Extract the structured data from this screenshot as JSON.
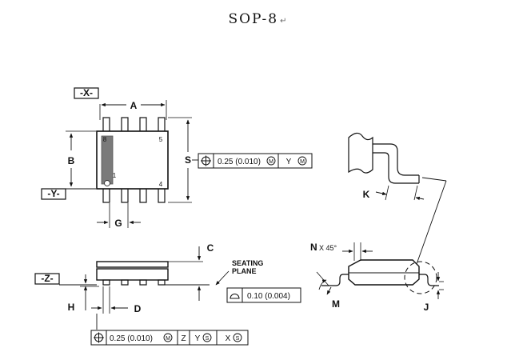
{
  "title": "SOP-8",
  "return_mark": "↵",
  "datums": {
    "x": "-X-",
    "y": "-Y-",
    "z": "-Z-"
  },
  "dims": {
    "a": "A",
    "b": "B",
    "s": "S",
    "g": "G",
    "k": "K",
    "c": "C",
    "h": "H",
    "d": "D",
    "m": "M",
    "j": "J"
  },
  "pins": {
    "p8": "8",
    "p5": "5",
    "p1": "1",
    "p4": "4"
  },
  "seating": {
    "line1": "SEATING",
    "line2": "PLANE"
  },
  "angle_note": {
    "letter": "N",
    "rest": "X 45°"
  },
  "tol_s": {
    "value": "0.25 (0.010)",
    "mod": "M",
    "datum": "Y",
    "datum_mod": "M"
  },
  "tol_flat": {
    "value": "0.10 (0.004)"
  },
  "tol_d": {
    "value": "0.25 (0.010)",
    "mod": "M",
    "d1": "Z",
    "d2": "Y",
    "d2_mod": "S",
    "d3": "X",
    "d3_mod": "S"
  },
  "colors": {
    "line": "#111111",
    "body_fill": "#ffffff",
    "pin1_strip": "#7a7a7a"
  },
  "icons": [
    "position-tolerance-icon",
    "flatness-tolerance-icon",
    "modifier-circle-icon"
  ]
}
